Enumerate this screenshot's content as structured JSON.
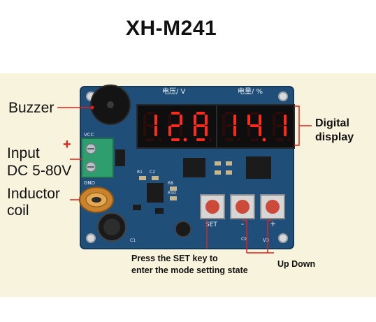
{
  "title": "XH-M241",
  "labels": {
    "buzzer": "Buzzer",
    "input_line1": "Input",
    "input_line2": "DC 5-80V",
    "inductor_line1": "Inductor",
    "inductor_line2": "coil",
    "digital_line1": "Digital",
    "digital_line2": "display",
    "set_note_line1": "Press the SET key to",
    "set_note_line2": "enter the mode setting state",
    "up_down": "Up Down"
  },
  "board": {
    "voltage_label": "电压/ V",
    "power_label": "电量/ %",
    "vcc_label": "VCC",
    "gnd_label": "GND",
    "set_label": "SET",
    "minus_label": "-",
    "plus_label": "+",
    "plus_marker": "+",
    "display_left": "12.8",
    "display_right": "14.1",
    "silk_r1": "R1",
    "silk_c2": "C2",
    "silk_r8": "R8",
    "silk_r10": "R10",
    "silk_v3": "V3",
    "silk_c1": "C1",
    "silk_c9": "C9"
  },
  "colors": {
    "annotation": "#e0201a",
    "board": "#1f4f78",
    "segment_on": "#ff2a1a",
    "background": "#f8f3dc"
  }
}
